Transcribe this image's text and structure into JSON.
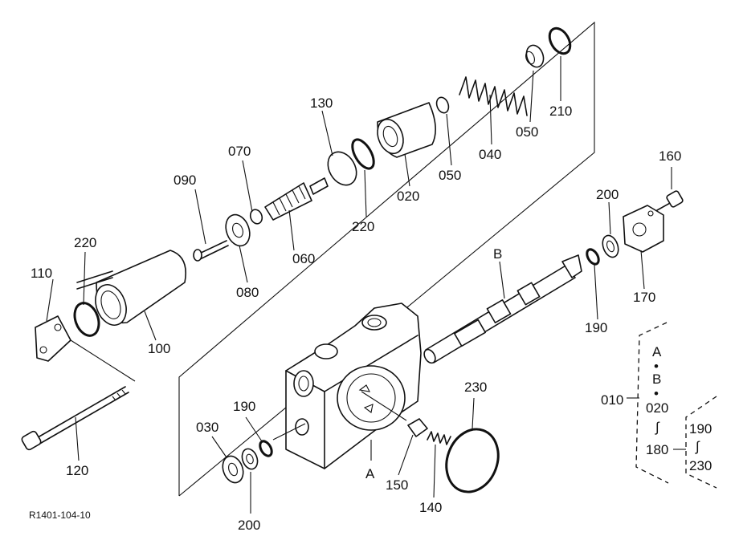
{
  "figure_code": "R1401-104-10",
  "parts": {
    "p010": "010",
    "p020": "020",
    "p030": "030",
    "p040": "040",
    "p050a": "050",
    "p050b": "050",
    "p060": "060",
    "p070": "070",
    "p080": "080",
    "p090": "090",
    "p100": "100",
    "p110": "110",
    "p120": "120",
    "p130": "130",
    "p140": "140",
    "p150": "150",
    "p160": "160",
    "p170": "170",
    "p190a": "190",
    "p190b": "190",
    "p200a": "200",
    "p200b": "200",
    "p210": "210",
    "p220a": "220",
    "p220b": "220",
    "p230": "230"
  },
  "markers": {
    "a_body": "A",
    "b_spool": "B"
  },
  "legend": {
    "line1": "A",
    "dot1": "•",
    "line2": "B",
    "dot2": "•",
    "line3": "020",
    "tilde1": "∫",
    "line4": "180",
    "code": "010",
    "sub1": "190",
    "tilde2": "∫",
    "sub2": "230"
  }
}
